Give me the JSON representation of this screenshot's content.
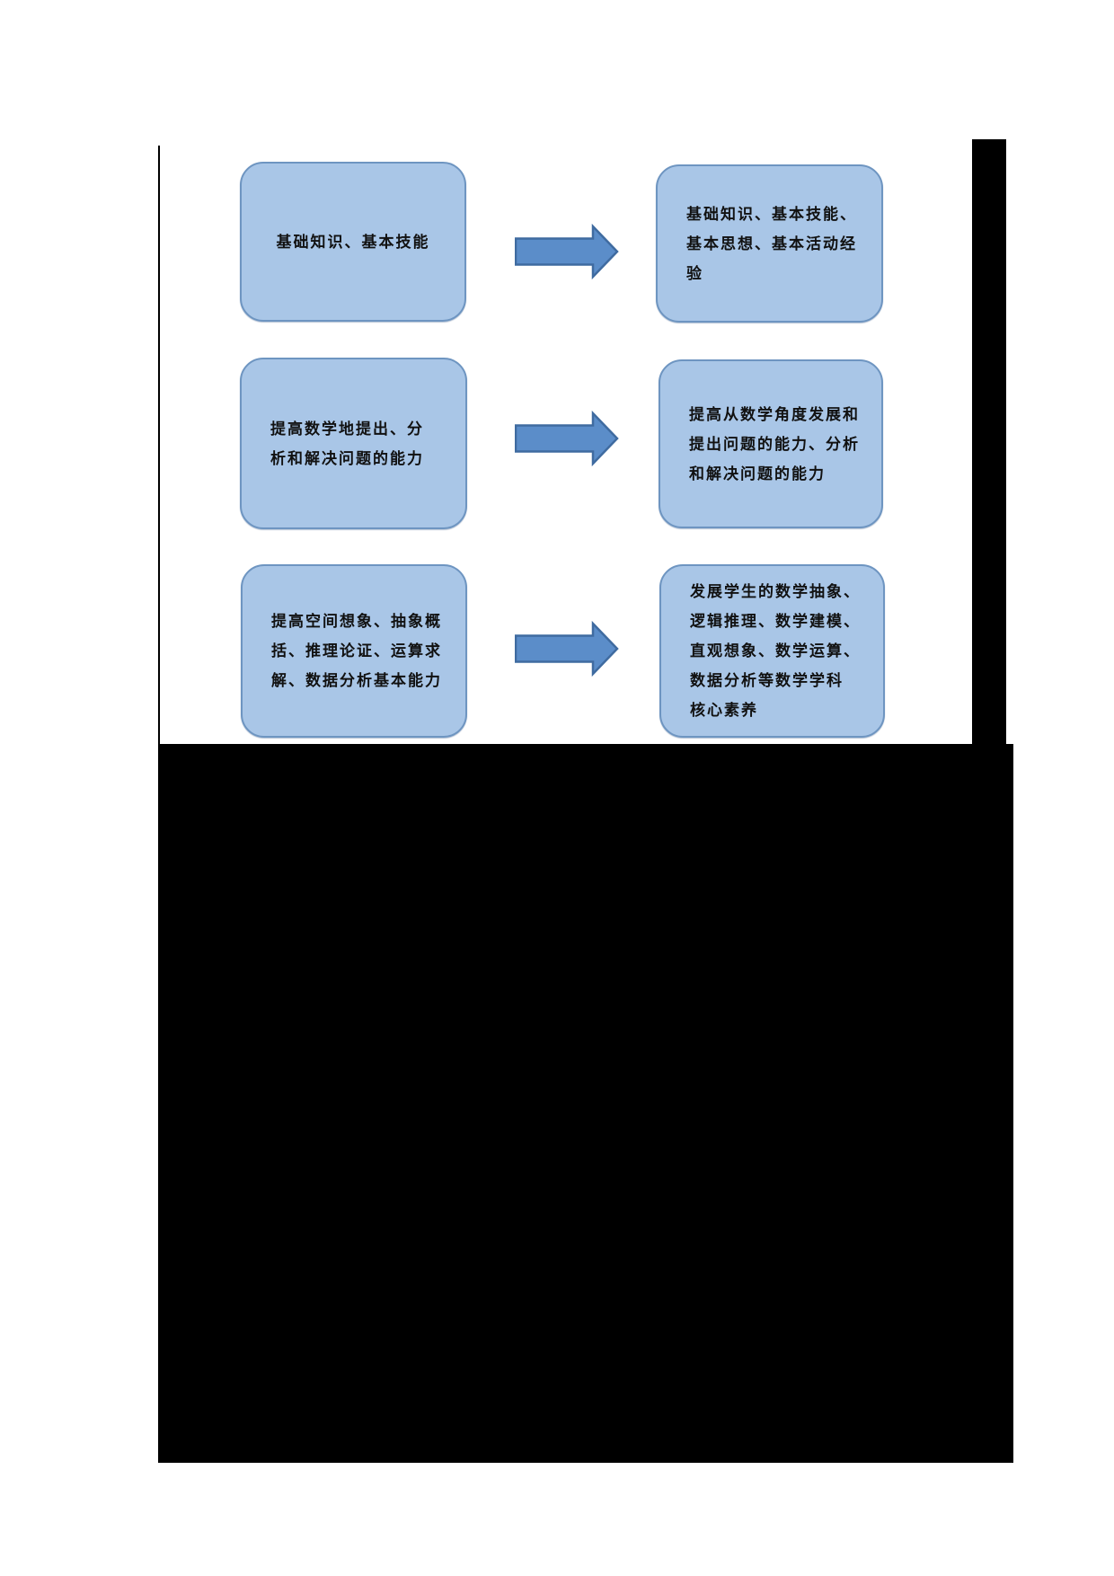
{
  "colors": {
    "box_fill": "#a9c6e7",
    "box_border": "#6e95c1",
    "arrow_fill": "#5b8dc9",
    "arrow_border": "#3f6ba0",
    "divider": "#000000",
    "text": "#111111"
  },
  "diagram": {
    "rows": [
      {
        "source": {
          "text": "基础知识、基本技能",
          "lines": [
            "基础知识、基本技能"
          ]
        },
        "arrow": "right-arrow",
        "target": {
          "text": "基础知识、基本技能、基本思想、基本活动经验",
          "lines": [
            "基础知识、基本技能、",
            "基本思想、基本活动经",
            "验"
          ]
        }
      },
      {
        "source": {
          "text": "提高数学地提出、分析和解决问题的能力",
          "lines": [
            "提高数学地提出、分",
            "析和解决问题的能力"
          ]
        },
        "arrow": "right-arrow",
        "target": {
          "text": "提高从数学角度发展和提出问题的能力、分析和解决问题的能力",
          "lines": [
            "提高从数学角度发展和",
            "提出问题的能力、分析",
            "和解决问题的能力"
          ]
        }
      },
      {
        "source": {
          "text": "提高空间想象、抽象概括、推理论证、运算求解、数据分析基本能力",
          "lines": [
            "提高空间想象、抽象概",
            "括、推理论证、运算求",
            "解、数据分析基本能力"
          ]
        },
        "arrow": "right-arrow",
        "target": {
          "text": "发展学生的数学抽象、逻辑推理、数学建模、直观想象、数学运算、数据分析等数学学科核心素养",
          "lines": [
            "发展学生的数学抽象、",
            "逻辑推理、数学建模、",
            "直观想象、数学运算、",
            "数据分析等数学学科",
            "核心素养"
          ]
        }
      }
    ]
  }
}
